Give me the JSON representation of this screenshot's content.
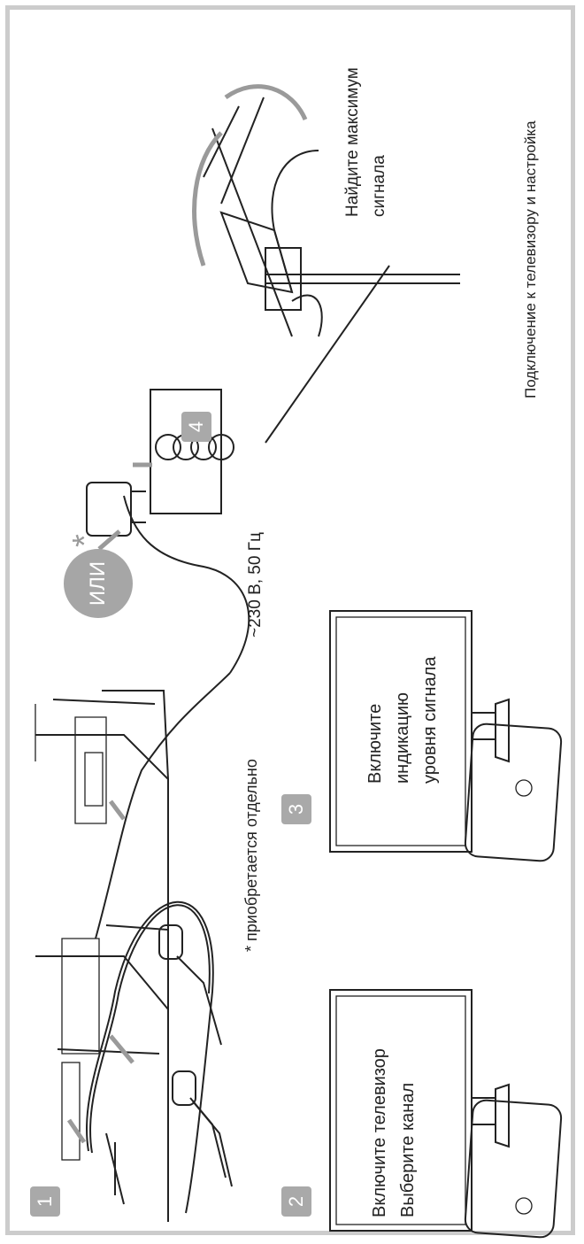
{
  "steps": {
    "s1": "1",
    "s2": "2",
    "s3": "3",
    "s4": "4"
  },
  "ili": "ИЛИ",
  "power": {
    "asterisk": "*",
    "voltage": "~230 В, 50 Гц",
    "footnote": "* приобретается отдельно"
  },
  "screen2": {
    "line1": "Включите телевизор",
    "line2": "Выберите канал"
  },
  "screen3": {
    "line1": "Включите",
    "line2": "индикацию",
    "line3": "уровня сигнала"
  },
  "antenna": {
    "line1": "Найдите  максимум",
    "line2": "сигнала"
  },
  "page_title": "Подключение к телевизору и настройка",
  "colors": {
    "frame": "#cccccc",
    "badge": "#a9a9a9",
    "arrow": "#9a9a9a",
    "text": "#222222"
  }
}
